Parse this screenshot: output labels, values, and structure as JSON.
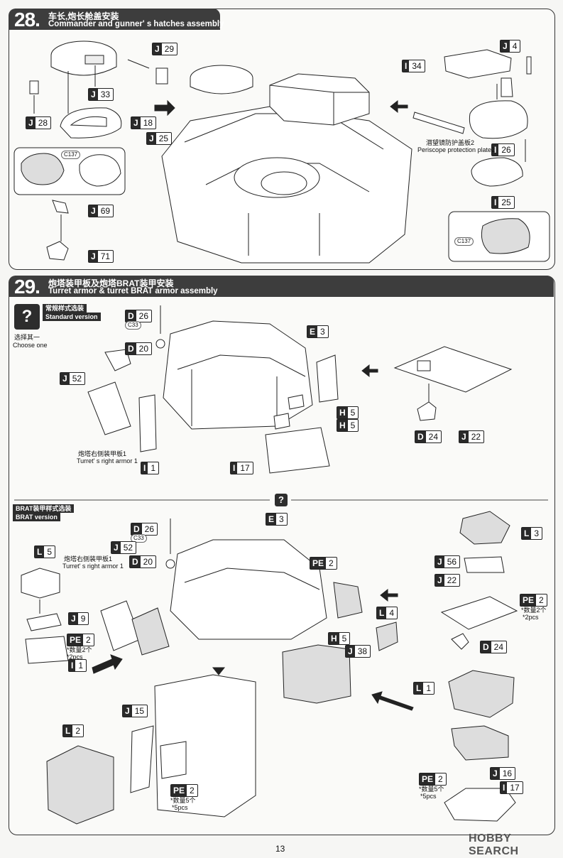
{
  "step28": {
    "number": "28.",
    "title_zh": "车长,炮长舱盖安装",
    "title_en": "Commander and gunner' s hatches assembly",
    "parts": [
      {
        "letter": "J",
        "num": "29"
      },
      {
        "letter": "J",
        "num": "33"
      },
      {
        "letter": "J",
        "num": "28"
      },
      {
        "letter": "J",
        "num": "18"
      },
      {
        "letter": "J",
        "num": "25"
      },
      {
        "letter": "J",
        "num": "69"
      },
      {
        "letter": "J",
        "num": "71"
      },
      {
        "letter": "J",
        "num": "4"
      },
      {
        "letter": "I",
        "num": "34"
      },
      {
        "letter": "I",
        "num": "26"
      },
      {
        "letter": "I",
        "num": "25"
      }
    ],
    "color_code": "C137",
    "color_code_2": "C137",
    "periscope_zh": "潜望镜防护盖板2",
    "periscope_en": "Periscope protection plate2"
  },
  "step29": {
    "number": "29.",
    "title_zh": "炮塔装甲板及炮塔BRAT装甲安装",
    "title_en": "Turret armor & turret BRAT armor assembly",
    "standard_zh": "常规样式选装",
    "standard_en": "Standard version",
    "choose_zh": "选择其一",
    "choose_en": "Choose one",
    "brat_zh": "BRAT装甲样式选装",
    "brat_en": "BRAT version",
    "right_armor_zh": "炮塔右侧装甲板1",
    "right_armor_en": "Turret' s right armor 1",
    "right_armor2_zh": "炮塔右侧装甲板1",
    "right_armor2_en": "Turret' s right armor 1",
    "color_c33": "C33",
    "color_c33_2": "C33",
    "qty2_zh": "*数量2个",
    "qty2_en": "*2pcs",
    "qty2b_zh": "*数量2个",
    "qty2b_en": "*2pcs",
    "qty5_zh": "*数量5个",
    "qty5_en": "*5pcs",
    "qty5b_zh": "*数量5个",
    "qty5b_en": "*5pcs",
    "q_symbol": "?",
    "std_parts": {
      "d26": {
        "letter": "D",
        "num": "26"
      },
      "d20": {
        "letter": "D",
        "num": "20"
      },
      "e3": {
        "letter": "E",
        "num": "3"
      },
      "j52": {
        "letter": "J",
        "num": "52"
      },
      "h5a": {
        "letter": "H",
        "num": "5"
      },
      "h5b": {
        "letter": "H",
        "num": "5"
      },
      "i1": {
        "letter": "I",
        "num": "1"
      },
      "i17": {
        "letter": "I",
        "num": "17"
      },
      "d24": {
        "letter": "D",
        "num": "24"
      },
      "j22": {
        "letter": "J",
        "num": "22"
      }
    },
    "brat_parts": {
      "d26": {
        "letter": "D",
        "num": "26"
      },
      "e3": {
        "letter": "E",
        "num": "3"
      },
      "l5": {
        "letter": "L",
        "num": "5"
      },
      "j52": {
        "letter": "J",
        "num": "52"
      },
      "d20": {
        "letter": "D",
        "num": "20"
      },
      "pe2a": {
        "letter": "PE",
        "num": "2"
      },
      "j9": {
        "letter": "J",
        "num": "9"
      },
      "pe2b": {
        "letter": "PE",
        "num": "2"
      },
      "i1": {
        "letter": "I",
        "num": "1"
      },
      "h5": {
        "letter": "H",
        "num": "5"
      },
      "j38": {
        "letter": "J",
        "num": "38"
      },
      "l4": {
        "letter": "L",
        "num": "4"
      },
      "l3": {
        "letter": "L",
        "num": "3"
      },
      "j56": {
        "letter": "J",
        "num": "56"
      },
      "j22": {
        "letter": "J",
        "num": "22"
      },
      "pe2c": {
        "letter": "PE",
        "num": "2"
      },
      "d24": {
        "letter": "D",
        "num": "24"
      },
      "j15": {
        "letter": "J",
        "num": "15"
      },
      "l2": {
        "letter": "L",
        "num": "2"
      },
      "pe2d": {
        "letter": "PE",
        "num": "2"
      },
      "l1": {
        "letter": "L",
        "num": "1"
      },
      "j16": {
        "letter": "J",
        "num": "16"
      },
      "pe2e": {
        "letter": "PE",
        "num": "2"
      },
      "i17": {
        "letter": "I",
        "num": "17"
      }
    }
  },
  "footer": {
    "page": "13",
    "watermark": "HOBBY SEARCH"
  }
}
